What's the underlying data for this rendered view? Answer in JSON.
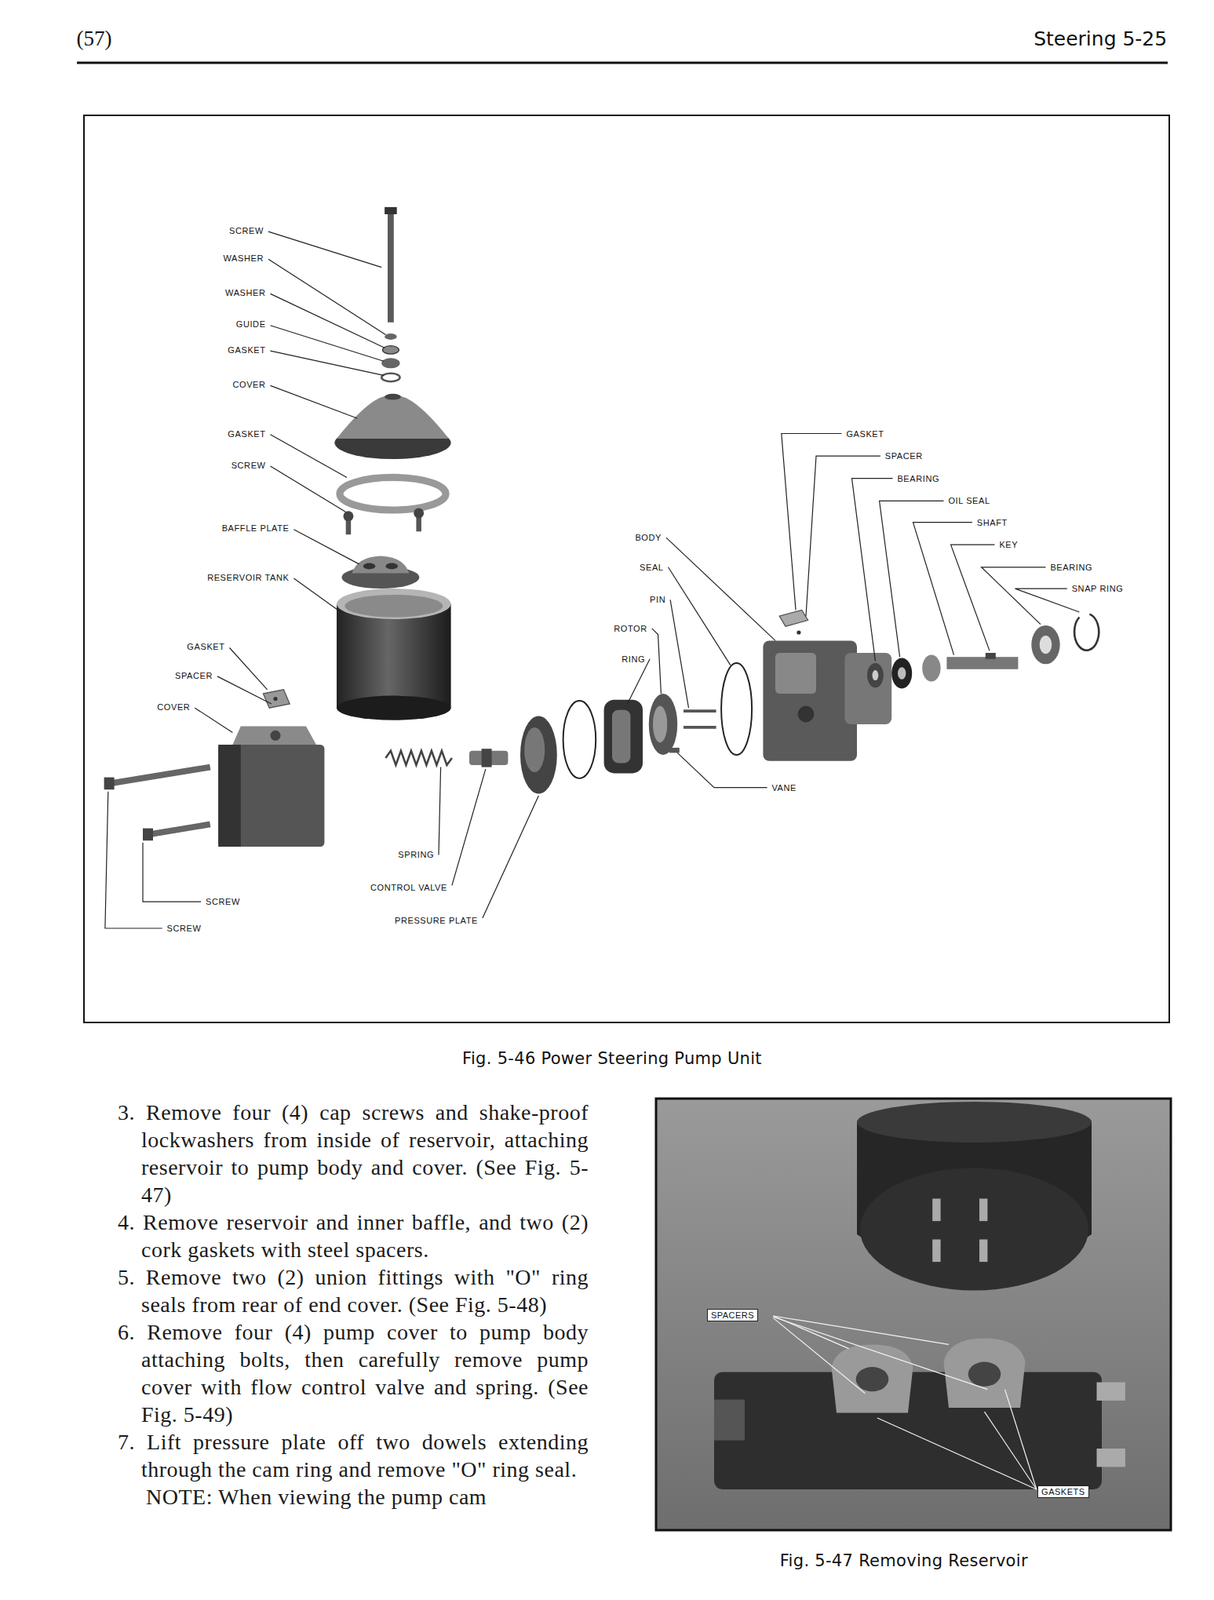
{
  "diagram": {
    "caption": "Fig. 5-46 Power Steering Pump Unit",
    "nodes": [
      {
        "text": [
          "SPACERS"
        ]
      },
      {
        "text": [
          "GASKETS"
        ]
      }
    ],
    "labels": [
      "(57)",
      "Steering 5-25",
      "SCREW",
      "WASHER",
      "WASHER",
      "GUIDE",
      "GASKET",
      "COVER",
      "GASKET",
      "SCREW",
      "BAFFLE PLATE",
      "RESERVOIR TANK",
      "GASKET",
      "SPACER",
      "COVER",
      "GASKET",
      "SPACER",
      "BEARING",
      "OIL SEAL",
      "SHAFT",
      "KEY",
      "BEARING",
      "SNAP RING",
      "BODY",
      "SEAL",
      "PIN",
      "ROTOR",
      "RING",
      "VANE",
      "SPRING",
      "CONTROL VALVE",
      "PRESSURE PLATE",
      "SCREW",
      "SCREW",
      "3. Remove four (4) cap screws and shake-proof lockwashers from inside of reservoir, attaching reservoir to pump body and cover. (See Fig. 5-47)",
      "4. Remove reservoir and inner baffle, and two (2) cork gaskets with steel spacers.",
      "5. Remove two (2) union fittings with \"O\" ring seals from rear of end cover. (See Fig. 5-48)",
      "6. Remove four (4) pump cover to pump body attaching bolts, then carefully remove pump cover with flow control valve and spring. (See Fig. 5-49)",
      "7. Lift pressure plate off two dowels extending through the cam ring and remove \"O\" ring seal.",
      "NOTE: When viewing the pump cam",
      "Fig. 5-47 Removing Reservoir"
    ]
  }
}
